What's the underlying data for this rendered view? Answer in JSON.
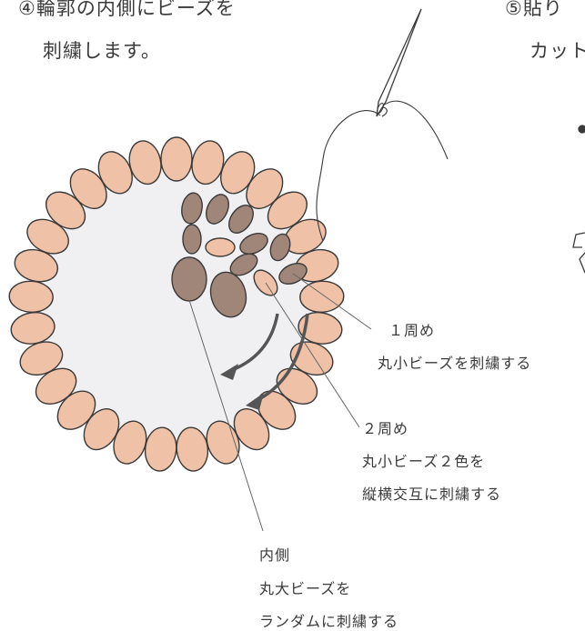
{
  "steps": {
    "step4_line1": "④輪郭の内側にビーズを",
    "step4_line2": "刺繍します。",
    "step5_line1": "⑤貼り",
    "step5_line2": "カット"
  },
  "annotations": {
    "round1": {
      "line1": "１周め",
      "line2": "丸小ビーズを刺繍する"
    },
    "round2": {
      "line1": "２周め",
      "line2": "丸小ビーズ２色を",
      "line3": "縦横交互に刺繍する"
    },
    "inner": {
      "line1": "内側",
      "line2": "丸大ビーズを",
      "line3": "ランダムに刺繍する"
    }
  },
  "colors": {
    "outline_bead": "#efc2a7",
    "dark_bead": "#a08579",
    "light_bead": "#efc2a7",
    "fabric": "#f0f0f2",
    "stroke": "#3a3a3a",
    "arrow": "#555555"
  },
  "icons": [
    "needle-icon",
    "thread-icon",
    "curved-arrow-icon"
  ]
}
